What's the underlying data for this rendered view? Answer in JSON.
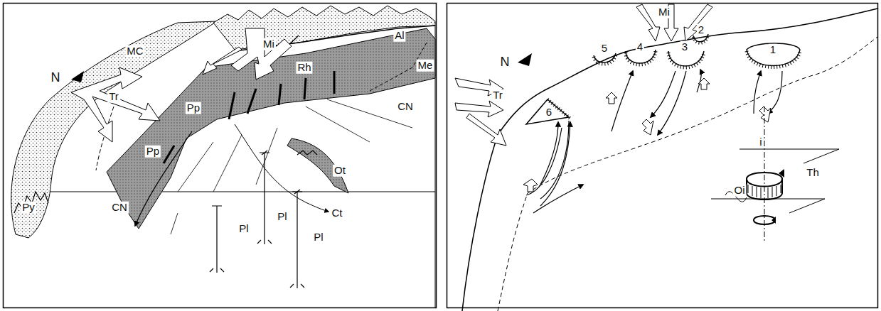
{
  "diagram": {
    "labels": [
      "Al",
      "MC",
      "Mi",
      "N",
      "Rh",
      "Me",
      "Tr",
      "CN",
      "Pp",
      "Pp",
      "Ot",
      "Py",
      "CN",
      "Pl",
      "Pl",
      "Ct",
      "Pl",
      "Mi",
      "2",
      "5",
      "4",
      "3",
      "1",
      "N",
      "Tr",
      "6",
      "i",
      "Th",
      "Oi"
    ]
  }
}
